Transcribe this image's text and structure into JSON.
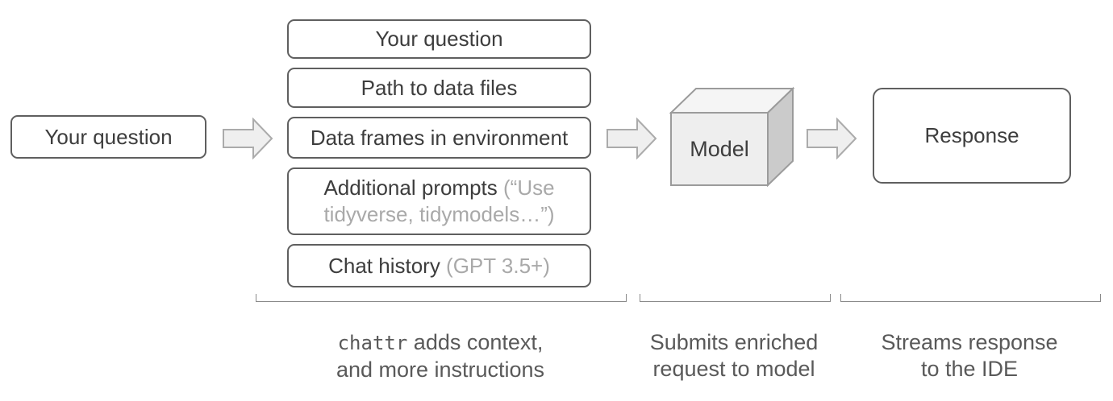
{
  "diagram": {
    "input_box": {
      "label": "Your question"
    },
    "context_stack": {
      "items": [
        {
          "label": "Your question"
        },
        {
          "label": "Path to data files"
        },
        {
          "label": "Data frames in environment"
        },
        {
          "label": "Additional prompts",
          "note": " (“Use tidyverse, tidymodels…”)"
        },
        {
          "label": "Chat history",
          "note": " (GPT 3.5+)"
        }
      ]
    },
    "model_cube": {
      "label": "Model"
    },
    "response_box": {
      "label": "Response"
    },
    "captions": {
      "context": {
        "code": "chattr",
        "line1_rest": " adds context,",
        "line2": "and more instructions"
      },
      "model": {
        "line1": "Submits enriched",
        "line2": "request to model"
      },
      "response": {
        "line1": "Streams response",
        "line2": "to the IDE"
      }
    },
    "colors": {
      "box_border": "#5f5f5f",
      "box_text": "#3d3d3d",
      "muted_text": "#a9a9a9",
      "caption_text": "#595959",
      "arrow_fill": "#efefef",
      "arrow_border": "#ababab",
      "cube_top": "#f5f5f5",
      "cube_front": "#eeeeee",
      "cube_side": "#cbcbcb",
      "cube_border": "#9b9b9b",
      "bracket_line": "#8a8a8a"
    }
  }
}
